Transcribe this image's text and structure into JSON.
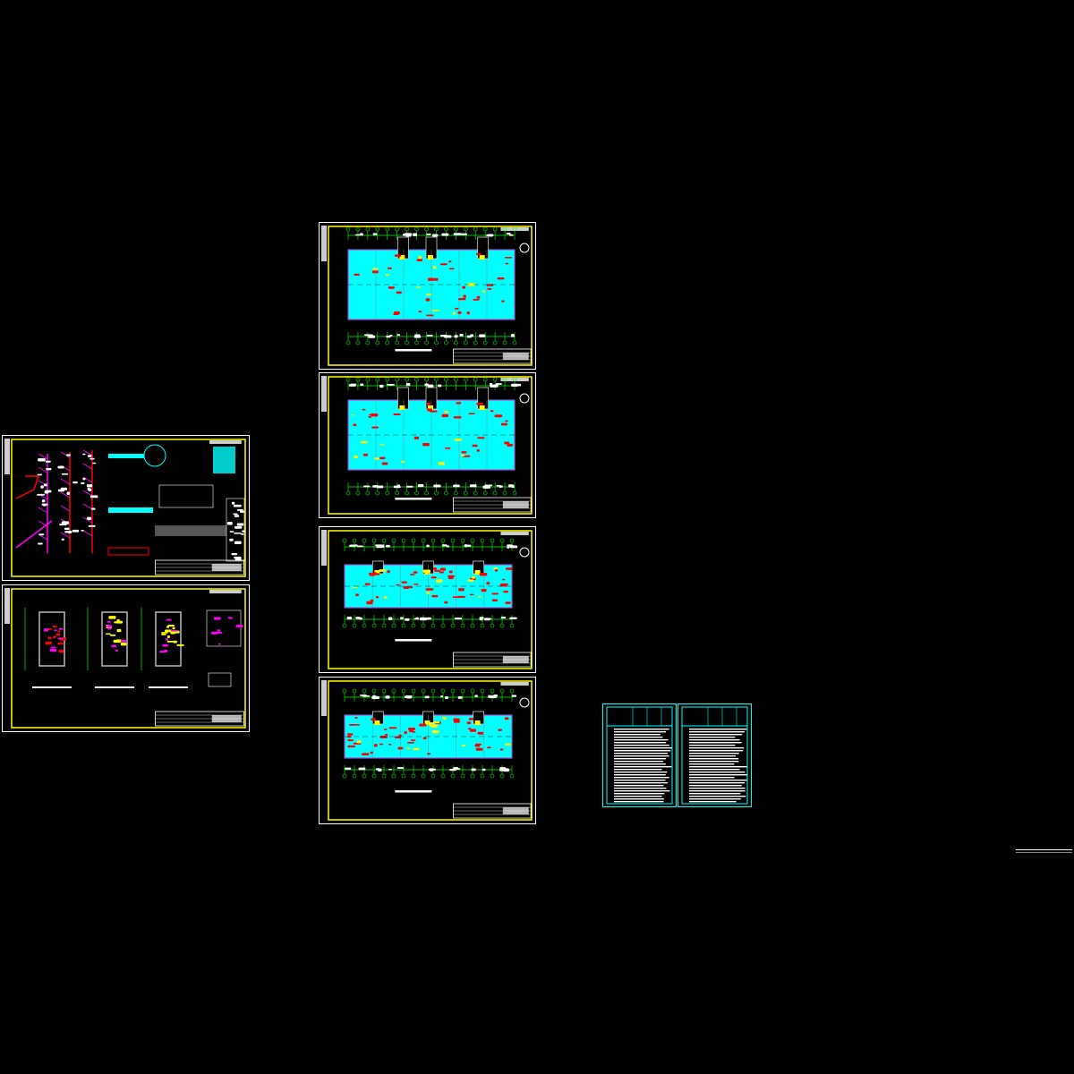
{
  "canvas": {
    "background": "#000000"
  },
  "colors": {
    "frame": "#ffffff",
    "inner_frame": "#ffff00",
    "floor_fill": "#00ffff",
    "fixtures": "#ff0000",
    "axis": "#00ff00",
    "partition": "#a050d0",
    "stair": "#ffff00",
    "pipe": "#ff00ff",
    "notes_frame": "#00ffff"
  },
  "sheets": [
    {
      "id": "system-diagrams",
      "kind": "details"
    },
    {
      "id": "bathroom-details",
      "kind": "details2"
    },
    {
      "id": "floor-plan-1",
      "kind": "plan-wide"
    },
    {
      "id": "floor-plan-2",
      "kind": "plan-wide"
    },
    {
      "id": "floor-plan-3",
      "kind": "plan-long"
    },
    {
      "id": "floor-plan-4",
      "kind": "plan-long"
    },
    {
      "id": "notes-1",
      "kind": "notes"
    },
    {
      "id": "notes-2",
      "kind": "notes"
    }
  ]
}
